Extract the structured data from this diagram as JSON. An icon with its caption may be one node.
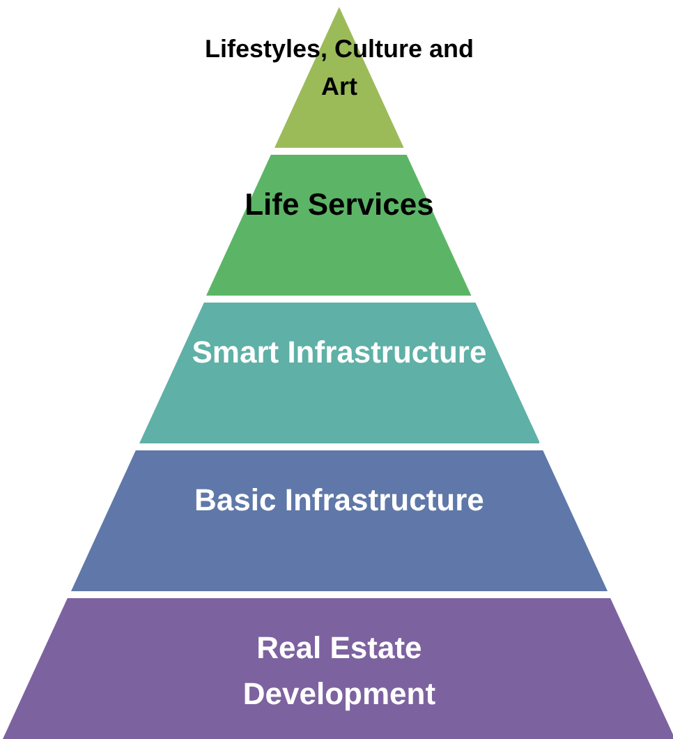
{
  "diagram": {
    "nodes": [
      {
        "text": [
          "Lifestyles, Culture and Art"
        ]
      },
      {
        "text": [
          "Life Services"
        ]
      },
      {
        "text": [
          "Smart Infrastructure"
        ]
      },
      {
        "text": [
          "Basic Infrastructure"
        ]
      },
      {
        "text": [
          "Real Estate Development"
        ]
      }
    ]
  }
}
